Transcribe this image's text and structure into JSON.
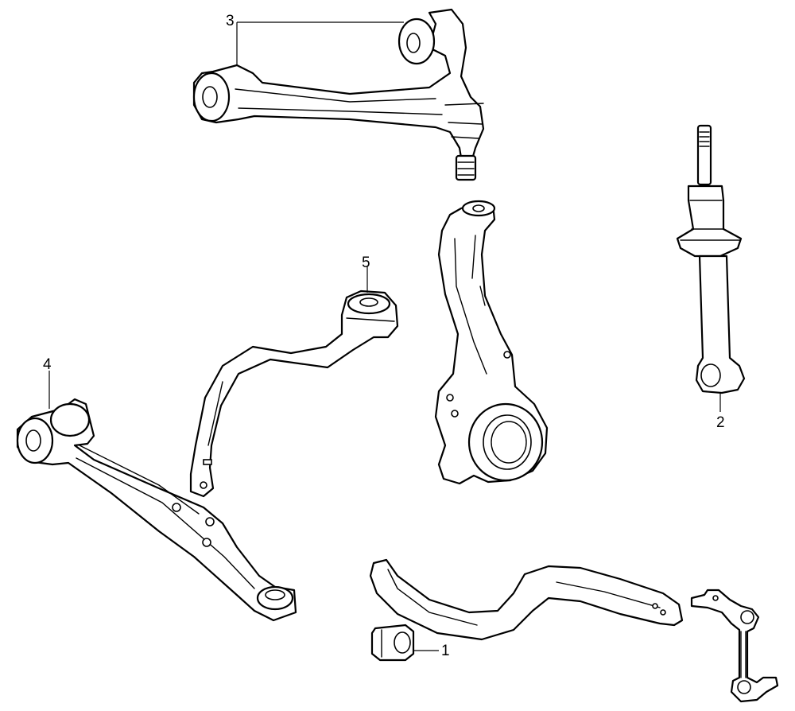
{
  "diagram": {
    "callouts": [
      {
        "id": "1",
        "text": "1"
      },
      {
        "id": "2",
        "text": "2"
      },
      {
        "id": "3",
        "text": "3"
      },
      {
        "id": "4",
        "text": "4"
      },
      {
        "id": "5",
        "text": "5"
      }
    ]
  }
}
